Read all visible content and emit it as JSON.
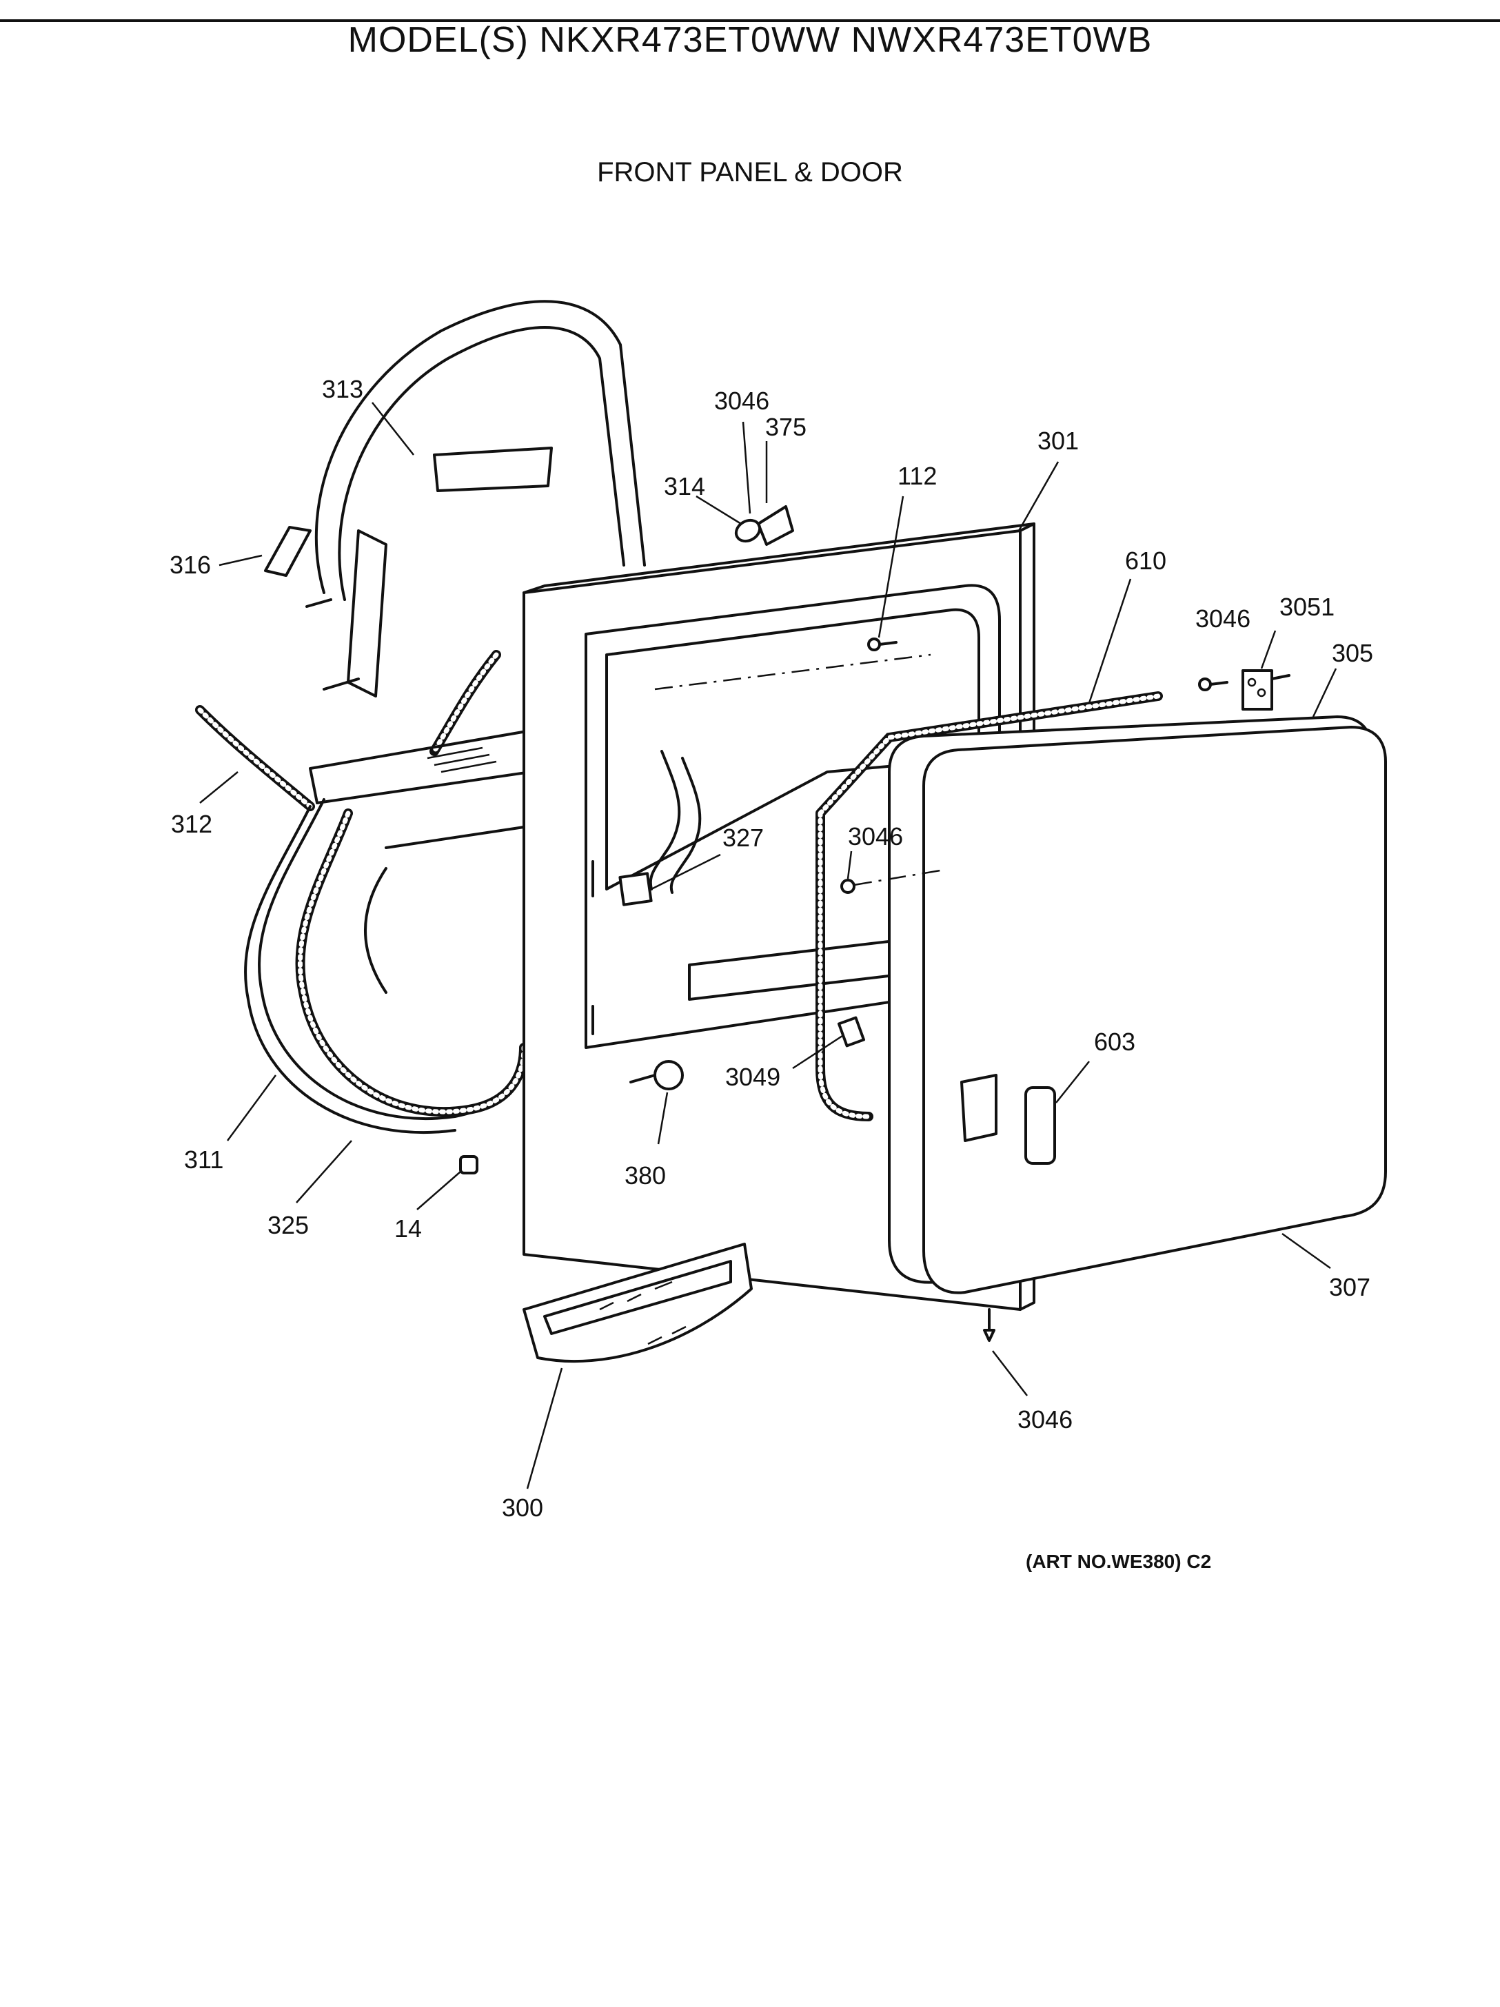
{
  "header": {
    "model_title": "MODEL(S) NKXR473ET0WW  NWXR473ET0WB",
    "section_title": "FRONT PANEL & DOOR"
  },
  "footer": {
    "art_number": "(ART NO.WE380) C2"
  },
  "callouts": [
    {
      "id": "313",
      "label": "313"
    },
    {
      "id": "316",
      "label": "316"
    },
    {
      "id": "312",
      "label": "312"
    },
    {
      "id": "311",
      "label": "311"
    },
    {
      "id": "325",
      "label": "325"
    },
    {
      "id": "14",
      "label": "14"
    },
    {
      "id": "3046-top",
      "label": "3046"
    },
    {
      "id": "375",
      "label": "375"
    },
    {
      "id": "314",
      "label": "314"
    },
    {
      "id": "112",
      "label": "112"
    },
    {
      "id": "301",
      "label": "301"
    },
    {
      "id": "610",
      "label": "610"
    },
    {
      "id": "3046-right",
      "label": "3046"
    },
    {
      "id": "3051",
      "label": "3051"
    },
    {
      "id": "305",
      "label": "305"
    },
    {
      "id": "327",
      "label": "327"
    },
    {
      "id": "3046-mid",
      "label": "3046"
    },
    {
      "id": "3049",
      "label": "3049"
    },
    {
      "id": "380",
      "label": "380"
    },
    {
      "id": "603",
      "label": "603"
    },
    {
      "id": "307",
      "label": "307"
    },
    {
      "id": "3046-bottom",
      "label": "3046"
    },
    {
      "id": "300",
      "label": "300"
    }
  ]
}
